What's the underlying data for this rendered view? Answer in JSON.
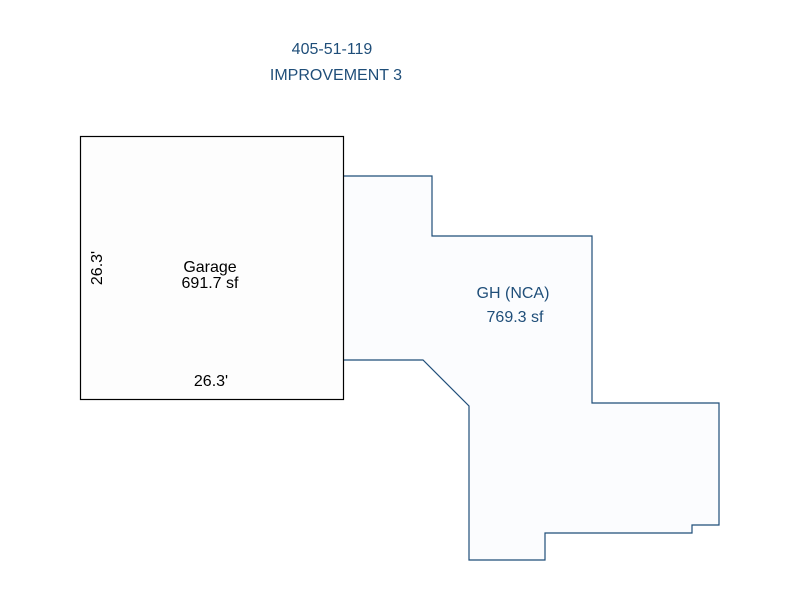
{
  "header": {
    "parcel_number": "405-51-119",
    "improvement_label": "IMPROVEMENT 3"
  },
  "garage": {
    "name": "Garage",
    "area": "691.7 sf",
    "width_dim": "26.3'",
    "height_dim": "26.3'"
  },
  "guest_house": {
    "name": "GH (NCA)",
    "area": "769.3 sf"
  },
  "colors": {
    "header_text": "#1f4e79",
    "gh_outline": "#1f4e79",
    "gh_fill": "#fbfcfe",
    "garage_outline": "#000000",
    "garage_fill": "#fdfdfd",
    "garage_text": "#000000",
    "gh_text": "#1f4e79"
  }
}
